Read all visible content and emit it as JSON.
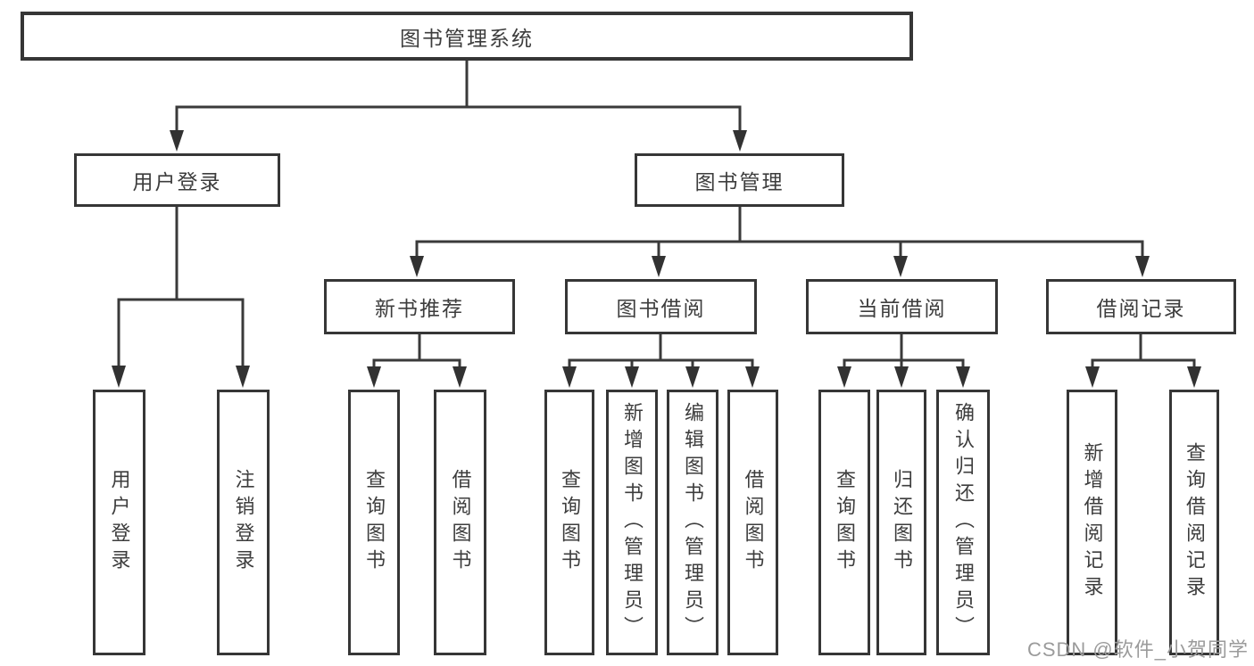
{
  "tree": {
    "label": "图书管理系统",
    "children": [
      {
        "label": "用户登录",
        "children": [
          {
            "label": "用户登录"
          },
          {
            "label": "注销登录"
          }
        ]
      },
      {
        "label": "图书管理",
        "children": [
          {
            "label": "新书推荐",
            "children": [
              {
                "label": "查询图书"
              },
              {
                "label": "借阅图书"
              }
            ]
          },
          {
            "label": "图书借阅",
            "children": [
              {
                "label": "查询图书"
              },
              {
                "label": "新增图书（管理员）"
              },
              {
                "label": "编辑图书（管理员）"
              },
              {
                "label": "借阅图书"
              }
            ]
          },
          {
            "label": "当前借阅",
            "children": [
              {
                "label": "查询图书"
              },
              {
                "label": "归还图书"
              },
              {
                "label": "确认归还（管理员）"
              }
            ]
          },
          {
            "label": "借阅记录",
            "children": [
              {
                "label": "新增借阅记录"
              },
              {
                "label": "查询借阅记录"
              }
            ]
          }
        ]
      }
    ]
  },
  "watermark": {
    "text": "CSDN @软件_小贺同学"
  },
  "colors": {
    "box_border": "#363636",
    "connector_line": "#3a3a3a",
    "text": "#3d3d3d",
    "watermark": "#9b9b9b",
    "background": "#ffffff"
  }
}
